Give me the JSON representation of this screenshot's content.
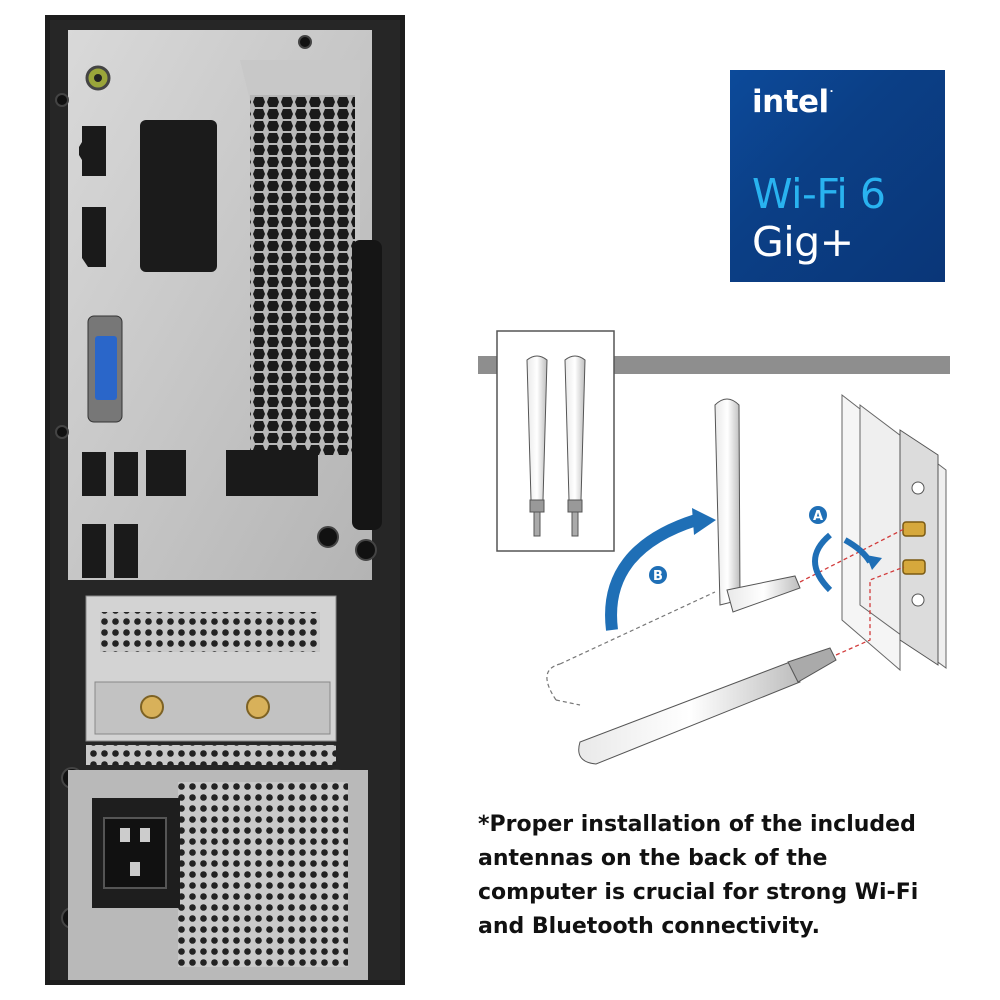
{
  "badge": {
    "brand": "intel",
    "line1": "Wi-Fi 6",
    "line2": "Gig+"
  },
  "diagram": {
    "step_a": "A",
    "step_b": "B"
  },
  "footnote": "*Proper installation of the included\nantennas on the back of the\ncomputer is crucial for strong Wi-Fi\nand Bluetooth connectivity.",
  "colors": {
    "badge_bg": "#0b3f86",
    "wifi_text": "#29b3f0",
    "arrow_blue": "#1f6fb6",
    "guide_red": "#d23b3b"
  }
}
